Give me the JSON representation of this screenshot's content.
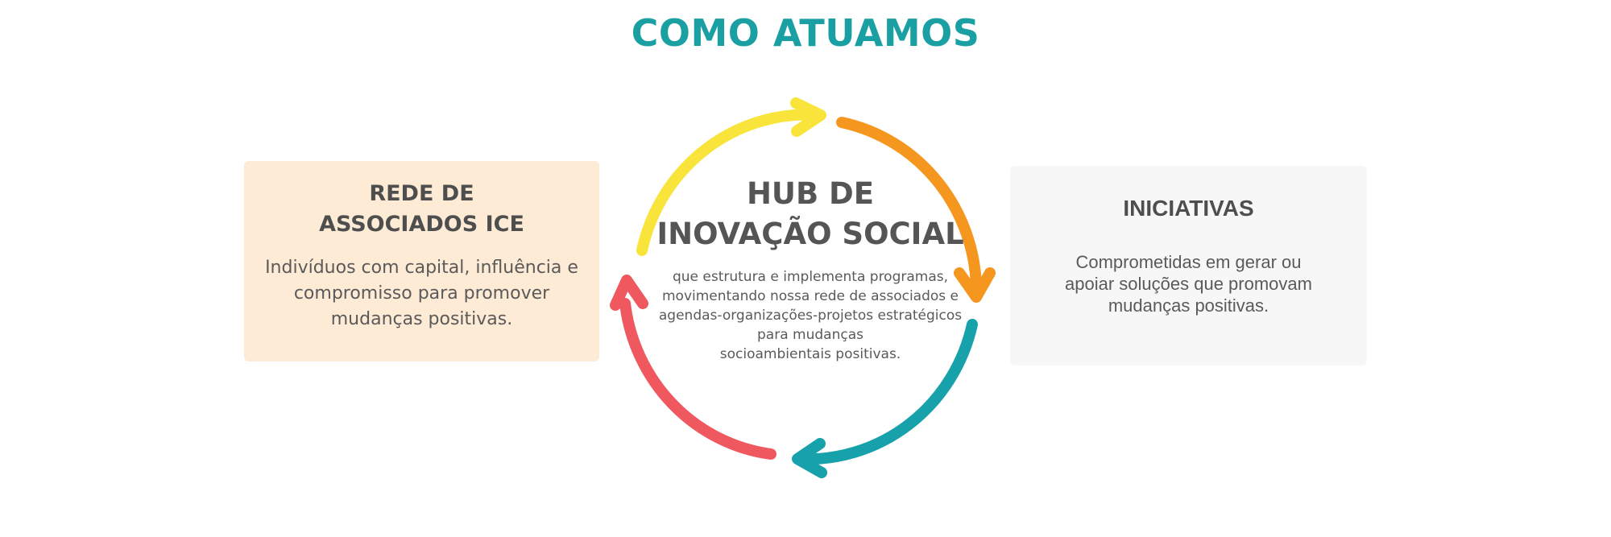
{
  "title": "COMO ATUAMOS",
  "left_box": {
    "heading_lines": [
      "REDE DE",
      "ASSOCIADOS ICE"
    ],
    "body_lines": [
      "Indivíduos com capital, influência e",
      "compromisso para promover",
      "mudanças positivas."
    ],
    "background": "#fdebd5"
  },
  "center": {
    "heading_lines": [
      "HUB DE",
      "INOVAÇÃO SOCIAL"
    ],
    "body_lines": [
      "que estrutura e implementa programas,",
      "movimentando nossa rede de associados e",
      "agendas-organizações-projetos estratégicos",
      "para mudanças",
      "socioambientais positivas."
    ]
  },
  "right_box": {
    "heading": "INICIATIVAS",
    "body_lines": [
      "Comprometidas em gerar ou",
      "apoiar soluções que promovam",
      "mudanças positivas."
    ],
    "background": "#f7f7f7"
  },
  "cycle_arrows": {
    "top": "#f8e43a",
    "right": "#f5961f",
    "bottom": "#17a1ab",
    "left": "#f0585f"
  },
  "colors": {
    "title": "#1a9fa3",
    "text": "#555555"
  }
}
